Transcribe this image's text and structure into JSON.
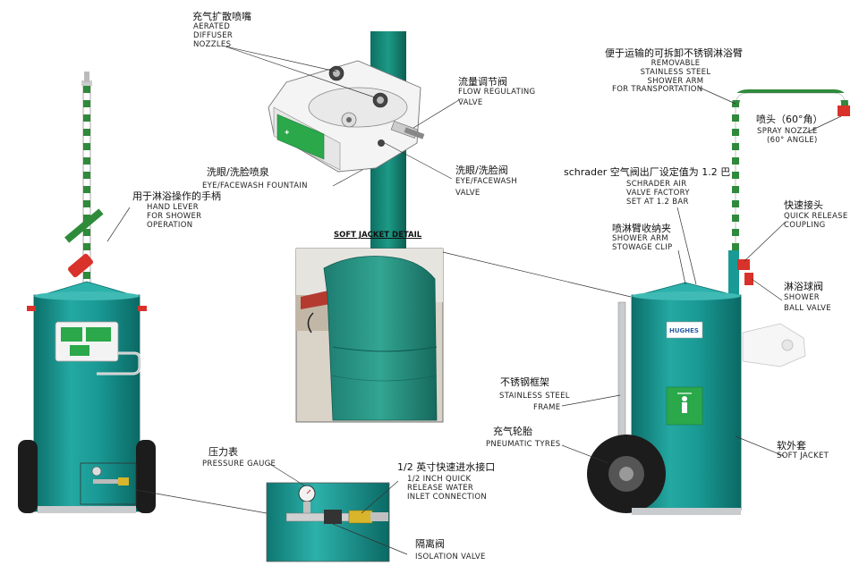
{
  "colors": {
    "teal": "#1a9a95",
    "teal_dark": "#0c6f6a",
    "teal_light": "#3fbab4",
    "green_sign": "#2aa84a",
    "stripe_green": "#2e8b3a",
    "red_fitting": "#d8322a",
    "steel": "#c9ccce",
    "tyre": "#1c1c1c"
  },
  "labels": {
    "aerated_cn": "充气扩散喷嘴",
    "aerated_en": [
      "AERATED",
      "DIFFUSER",
      "NOZZLES"
    ],
    "flow_cn": "流量调节阀",
    "flow_en": [
      "FLOW REGULATING",
      "VALVE"
    ],
    "eyewash_valve_cn": "洗眼/洗脸阀",
    "eyewash_valve_en": [
      "EYE/FACEWASH",
      "VALVE"
    ],
    "fountain_cn": "洗眼/洗脸喷泉",
    "fountain_en": "EYE/FACEWASH FOUNTAIN",
    "hand_lever_cn": "用于淋浴操作的手柄",
    "hand_lever_en": [
      "HAND LEVER",
      "FOR SHOWER",
      "OPERATION"
    ],
    "arm_cn": "便于运输的可拆卸不锈钢淋浴臂",
    "arm_en": [
      "REMOVABLE",
      "STAINLESS STEEL",
      "SHOWER ARM",
      "FOR TRANSPORTATION"
    ],
    "nozzle_cn": "喷头（60°角）",
    "nozzle_en": [
      "SPRAY NOZZLE",
      "(60° ANGLE)"
    ],
    "schrader_cn": "schrader 空气阀出厂设定值为 1.2 巴",
    "schrader_en": [
      "SCHRADER AIR",
      "VALVE FACTORY",
      "SET AT 1.2 BAR"
    ],
    "quick_cn": "快速接头",
    "quick_en": [
      "QUICK RELEASE",
      "COUPLING"
    ],
    "clip_cn": "喷淋臂收纳夹",
    "clip_en": [
      "SHOWER ARM",
      "STOWAGE CLIP"
    ],
    "ball_cn": "淋浴球阀",
    "ball_en": [
      "SHOWER",
      "BALL VALVE"
    ],
    "frame_cn": "不锈钢框架",
    "frame_en": [
      "STAINLESS STEEL",
      "FRAME"
    ],
    "tyres_cn": "充气轮胎",
    "tyres_en": "PNEUMATIC TYRES",
    "jacket_cn": "软外套",
    "jacket_en": "SOFT JACKET",
    "gauge_cn": "压力表",
    "gauge_en": "PRESSURE GAUGE",
    "inlet_cn": "1/2 英寸快速进水接口",
    "inlet_en": [
      "1/2 INCH QUICK",
      "RELEASE WATER",
      "INLET CONNECTION"
    ],
    "isolation_cn": "隔离阀",
    "isolation_en": "ISOLATION VALVE",
    "soft_jacket_detail": "SOFT JACKET DETAIL",
    "brand": "HUGHES"
  }
}
